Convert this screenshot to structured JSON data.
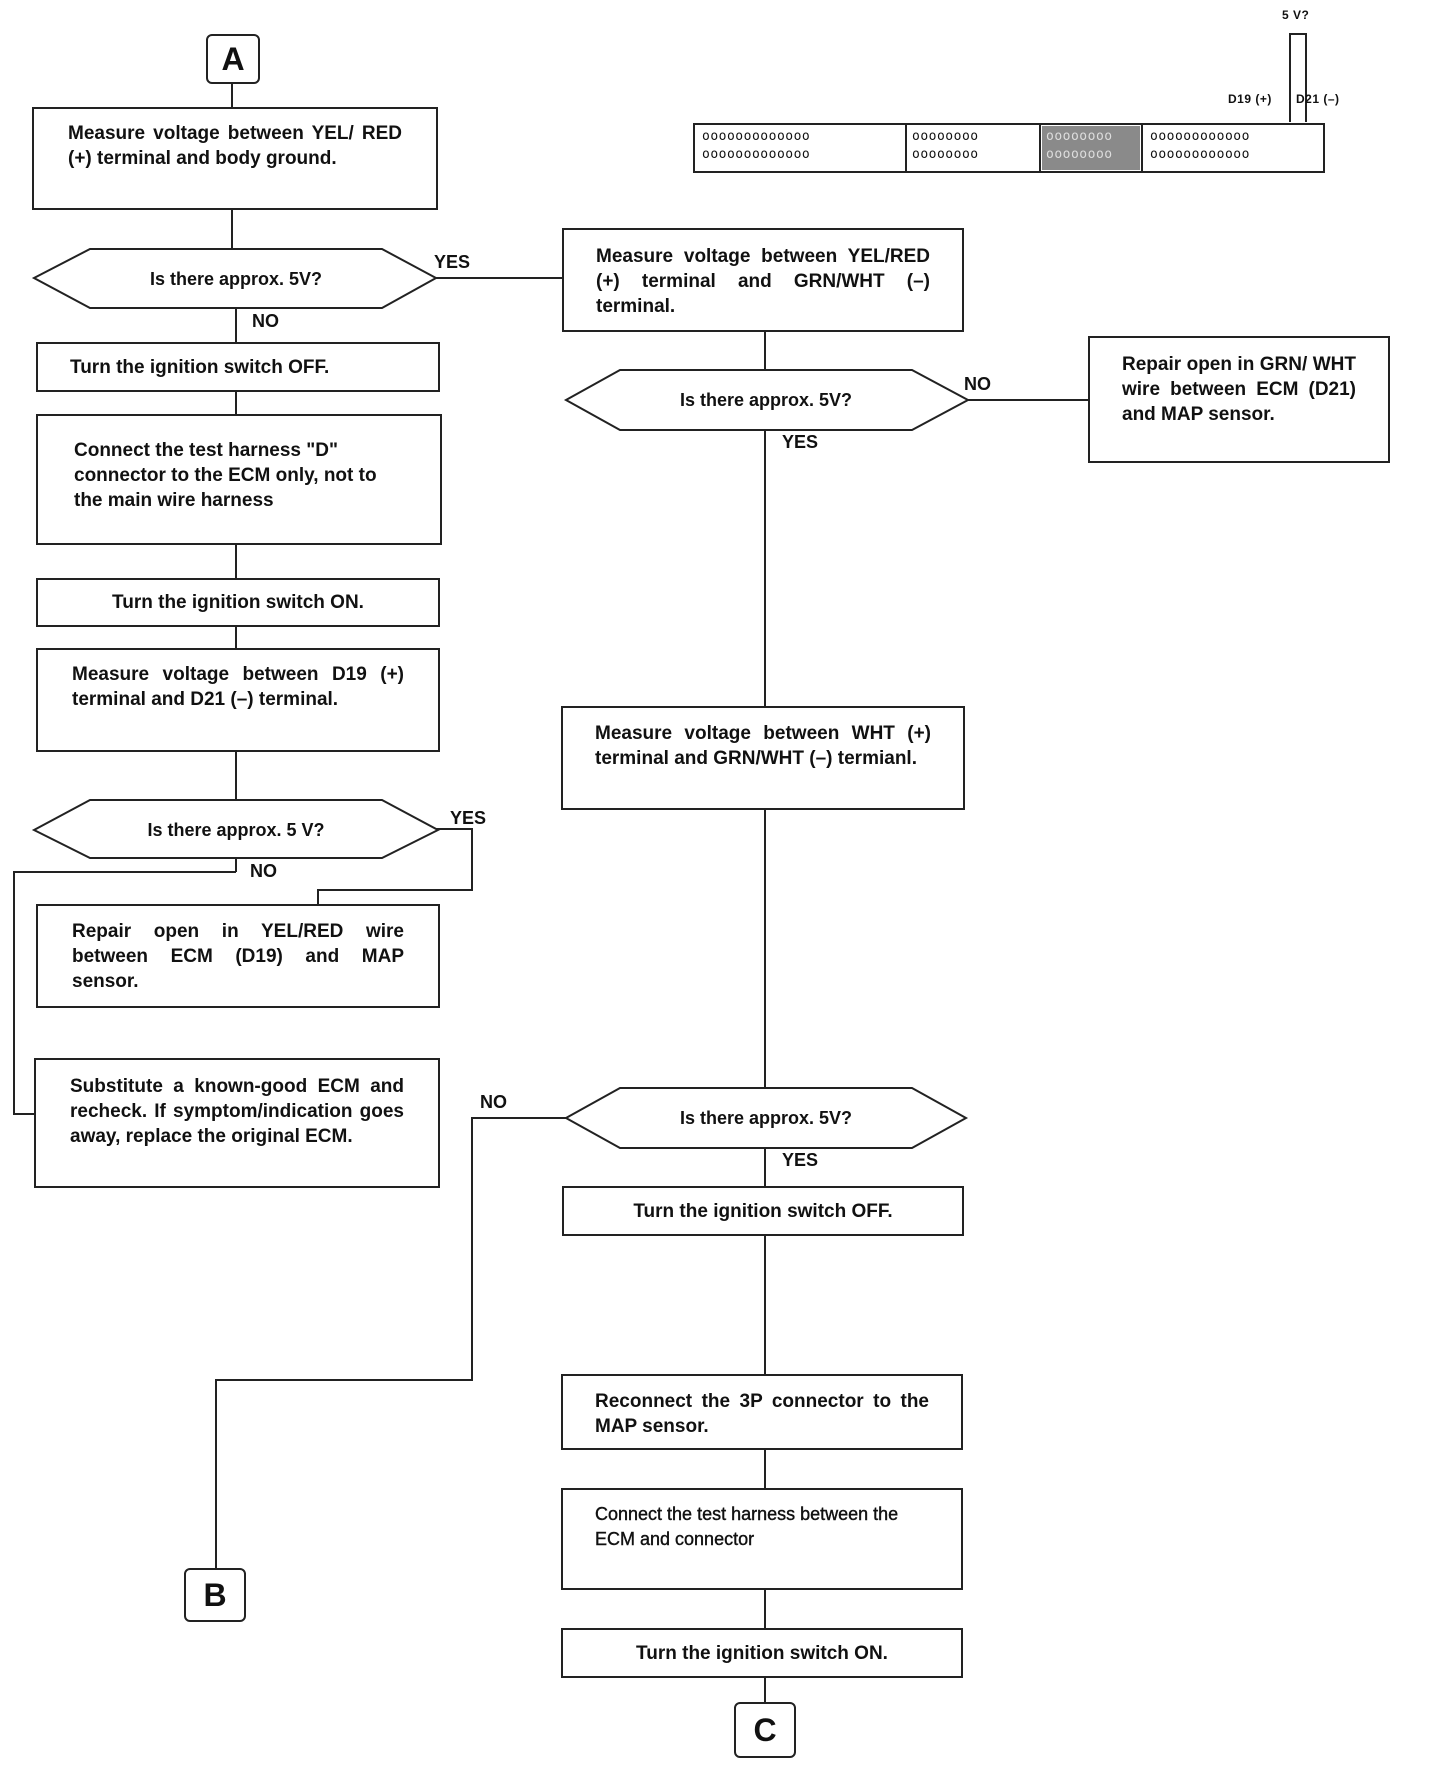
{
  "connectors": {
    "start": "A",
    "exit_b": "B",
    "exit_c": "C"
  },
  "ecm_connector": {
    "label_5v": "5 V?",
    "label_d19": "D19 (+)",
    "label_d21": "D21 (–)"
  },
  "left_column": {
    "box1": "Measure voltage between YEL/ RED (+) terminal and body ground.",
    "decision1": "Is there approx. 5V?",
    "box2": "Turn the ignition switch OFF.",
    "box3": "Connect the test harness \"D\" connector to the ECM only, not to the main wire harness",
    "box4": "Turn the ignition switch ON.",
    "box5": "Measure voltage between D19 (+) terminal and D21 (–) terminal.",
    "decision2": "Is there approx. 5 V?",
    "box6": "Repair open in YEL/RED wire between ECM (D19) and MAP sensor.",
    "box7": "Substitute a known-good ECM and recheck. If symptom/indication goes away, replace the original ECM."
  },
  "right_column": {
    "box1": "Measure voltage between YEL/RED (+) terminal and GRN/WHT (–) terminal.",
    "decision1": "Is there approx. 5V?",
    "repair": "Repair open in GRN/ WHT wire between ECM (D21) and MAP sensor.",
    "box2": "Measure voltage between WHT (+) terminal and GRN/WHT (–) termianl.",
    "decision2": "Is there approx. 5V?",
    "box3": "Turn the ignition switch OFF.",
    "box4": "Reconnect the 3P connector to the MAP sensor.",
    "box5": "Connect the test harness between the ECM and connector",
    "box6": "Turn the ignition switch ON."
  },
  "labels": {
    "yes": "YES",
    "no": "NO"
  }
}
